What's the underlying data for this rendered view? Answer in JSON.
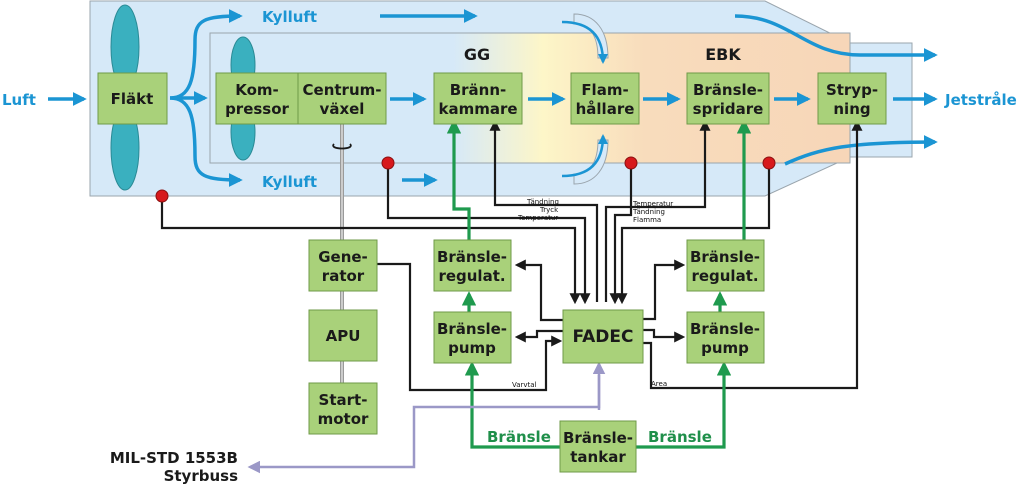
{
  "diagram": {
    "inputs": {
      "luft": "Luft",
      "jetstrale": "Jetstråle"
    },
    "cooling_air": [
      "Kylluft",
      "Kylluft"
    ],
    "sections": {
      "gg": "GG",
      "ebk": "EBK"
    },
    "boxes": {
      "flakt": [
        "Fläkt"
      ],
      "kompressor": [
        "Kom-",
        "pressor"
      ],
      "centrumvaxel": [
        "Centrum-",
        "växel"
      ],
      "brannkammare": [
        "Bränn-",
        "kammare"
      ],
      "flamhallare": [
        "Flam-",
        "hållare"
      ],
      "bransle_spridare": [
        "Bränsle-",
        "spridare"
      ],
      "strypning": [
        "Stryp-",
        "ning"
      ],
      "generator": [
        "Gene-",
        "rator"
      ],
      "apu": [
        "APU"
      ],
      "startmotor": [
        "Start-",
        "motor"
      ],
      "bransle_regulat_left": [
        "Bränsle-",
        "regulat."
      ],
      "bransle_pump_left": [
        "Bränsle-",
        "pump"
      ],
      "fadec": [
        "FADEC"
      ],
      "bransle_regulat_right": [
        "Bränsle-",
        "regulat."
      ],
      "bransle_pump_right": [
        "Bränsle-",
        "pump"
      ],
      "bransletankar": [
        "Bränsle-",
        "tankar"
      ]
    },
    "signal_labels": {
      "left_group": [
        "Tändning",
        "Tryck",
        "Temperatur"
      ],
      "right_group": [
        "Temperatur",
        "Tändning",
        "Flamma"
      ],
      "varvtal": "Varvtal",
      "area": "Area"
    },
    "fuel_labels": [
      "Bränsle",
      "Bränsle"
    ],
    "bus": [
      "MIL-STD 1553B",
      "Styrbuss"
    ],
    "colors": {
      "box_fill": "#a9d17a",
      "air_flow": "#1b95d3",
      "fuel_line": "#1f9a4e",
      "signal_line": "#1a1a1a",
      "bus_line": "#9b98c7",
      "sensor": "#d7191c",
      "bypass_bg": "#d6e9f8",
      "afterburner_bg": "#f7d6b8"
    }
  }
}
